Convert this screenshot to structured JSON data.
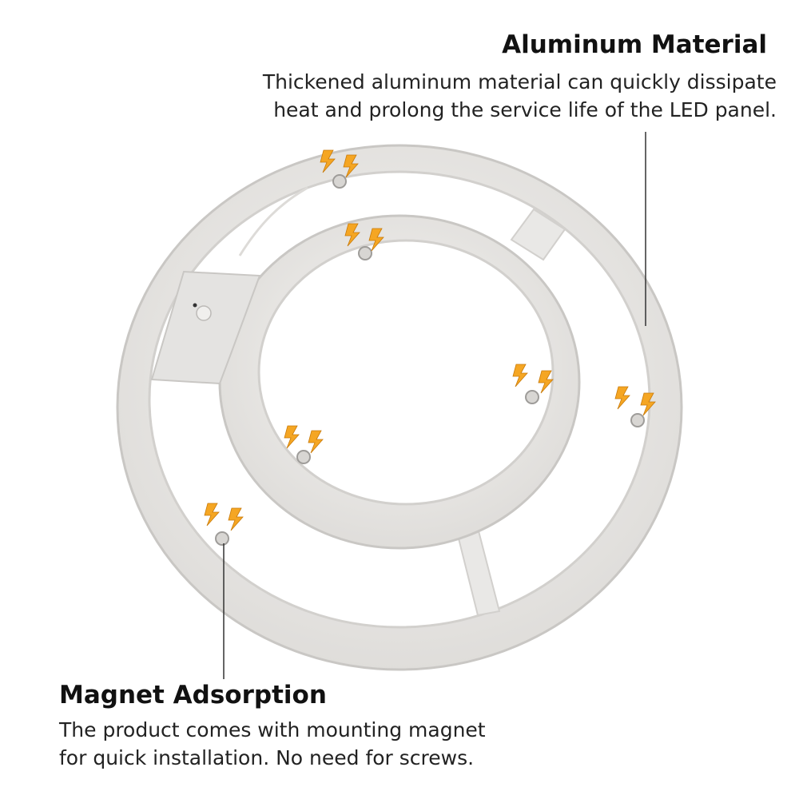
{
  "aluminum": {
    "title": "Aluminum Material",
    "lines": [
      "Thickened aluminum material can quickly dissipate",
      "heat and prolong the service life of the LED panel."
    ]
  },
  "magnet": {
    "title": "Magnet Adsorption",
    "lines": [
      "The product comes with mounting magnet",
      "for quick installation. No need for screws."
    ]
  },
  "colors": {
    "background": "#ffffff",
    "panel": "#ecebe9",
    "panel_edge": "#cfcdca",
    "magnet_icon": "#f5a623",
    "callout_line": "#333333"
  },
  "icons": {
    "magnet_marker": "lightning-bolt-icon",
    "magnet": "magnet-icon"
  }
}
